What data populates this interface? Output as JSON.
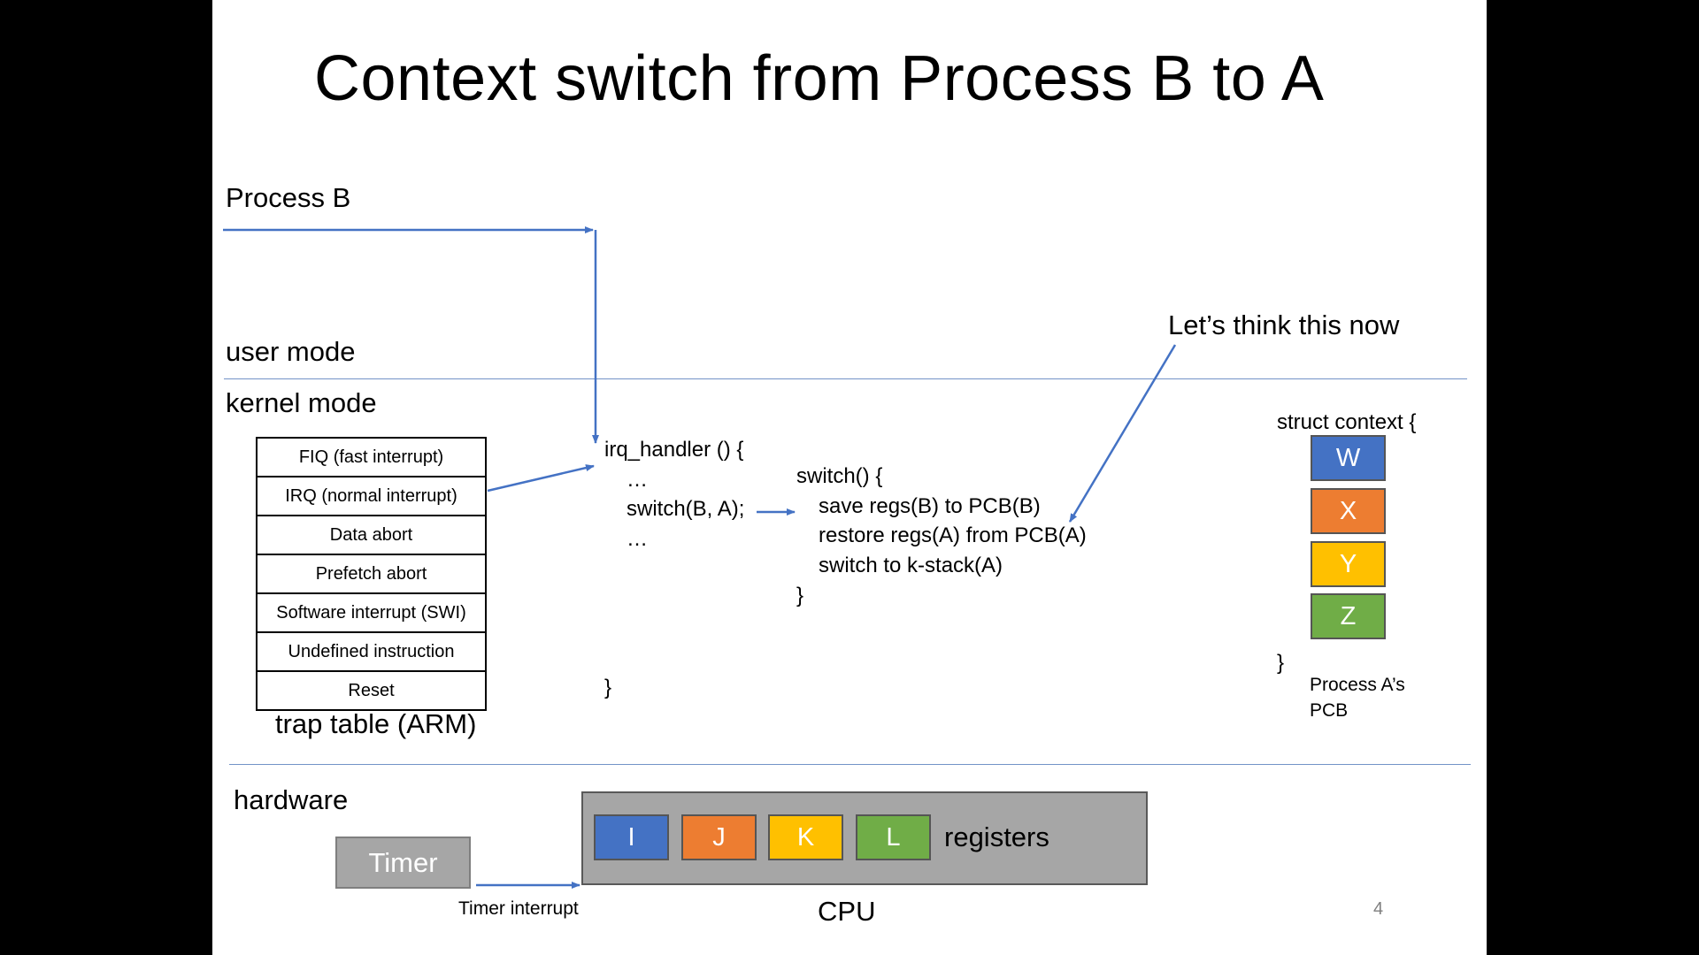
{
  "title": "Context switch from Process B to A",
  "labels": {
    "process_b": "Process B",
    "user_mode": "user mode",
    "kernel_mode": "kernel mode",
    "hardware": "hardware",
    "annotation": "Let’s think this now",
    "trap_table_caption": "trap table (ARM)",
    "timer_interrupt": "Timer interrupt",
    "cpu": "CPU",
    "registers": "registers",
    "page_number": "4"
  },
  "trap_table": [
    "FIQ (fast interrupt)",
    "IRQ (normal interrupt)",
    "Data abort",
    "Prefetch abort",
    "Software interrupt (SWI)",
    "Undefined instruction",
    "Reset"
  ],
  "irq_handler": {
    "open": "irq_handler () {",
    "line1": "…",
    "call": "switch(B, A);",
    "line3": "…",
    "close": "}"
  },
  "switch_fn": {
    "open": "switch() {",
    "line1": "save regs(B) to PCB(B)",
    "line2": "restore regs(A) from PCB(A)",
    "line3": "switch to k-stack(A)",
    "close": "}"
  },
  "pcb": {
    "open": "struct context {",
    "close": "}",
    "caption_line1": "Process A’s",
    "caption_line2": "PCB",
    "registers": [
      {
        "name": "W",
        "color": "#4472c4"
      },
      {
        "name": "X",
        "color": "#ed7d31"
      },
      {
        "name": "Y",
        "color": "#ffc000"
      },
      {
        "name": "Z",
        "color": "#70ad47"
      }
    ]
  },
  "timer": {
    "label": "Timer"
  },
  "cpu_registers": [
    {
      "name": "I",
      "color": "#4472c4"
    },
    {
      "name": "J",
      "color": "#ed7d31"
    },
    {
      "name": "K",
      "color": "#ffc000"
    },
    {
      "name": "L",
      "color": "#70ad47"
    }
  ],
  "colors": {
    "arrow": "#4472c4",
    "divider": "#7393c7"
  }
}
